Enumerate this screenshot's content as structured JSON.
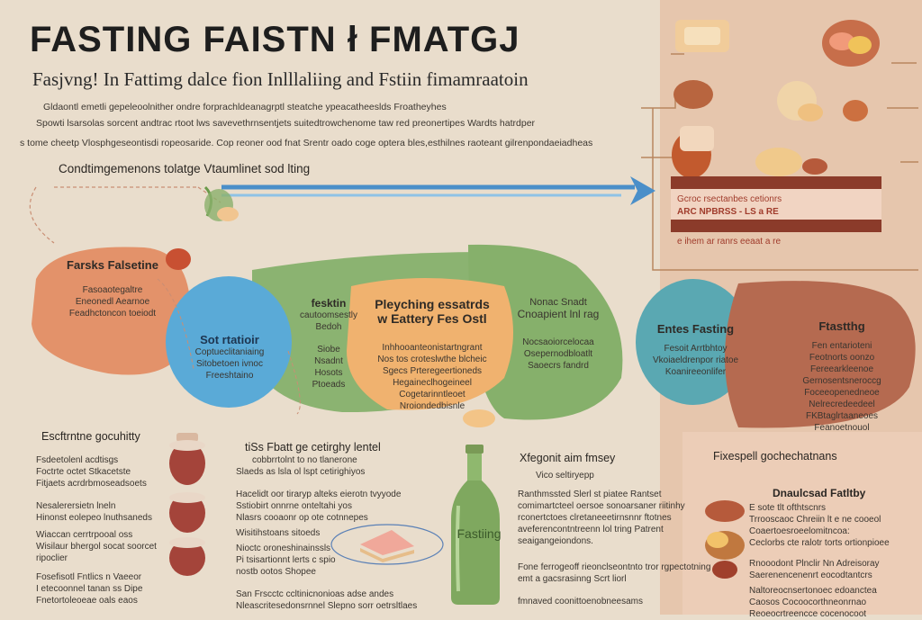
{
  "header": {
    "title": "FASTING FAISTN ł FMATGJ",
    "subtitle": "Fasjvng! In Fattimg dalce fion Inlllaliing and Fstiin fimamraatoin",
    "intro_lines": [
      "Gldaontl emetli gepeleoolnither ondre forprachldeanagrptl steatche ypeacatheeslds Froatheyhes",
      "Spowti lsarsolas sorcent andtrac rtoot lws savevethrnsentjets suitedtrowchenome taw red preonertipes Wardts hatrdper",
      "s tome cheetp Vlosphgeseontisdi ropeosaride. Cop reoner ood fnat Srentr oado coge optera bles,esthilnes raoteant gilrenpondaeiadheas"
    ],
    "section_heading": "Condtimgemenons tolatge Vtaumlinet sod lting"
  },
  "colors": {
    "background": "#e9ddcc",
    "orange": "#e3926a",
    "blue": "#5aaad7",
    "green": "#86b06b",
    "light_orange": "#f0b26f",
    "teal": "#5aa8b2",
    "brown": "#b56a50",
    "arrow": "#4a8fc9"
  },
  "blobs": {
    "orange_left": {
      "title": "Farsks Falsetine",
      "lines": [
        "Fasoaotegaltre",
        "Eneonedl Aearnoe",
        "Feadhctoncon toeiodt"
      ]
    },
    "blue": {
      "title": "Sot rtatioir",
      "lines": [
        "Coptueclitaniaing",
        "Sitobetoen ivnoc",
        "Freeshtaino"
      ]
    },
    "green_left": {
      "title": "fesktin",
      "lines": [
        "cautoomsestly",
        "Bedoh",
        "Siobe",
        "Nsadnt",
        "Hosots",
        "Ptoeads"
      ]
    },
    "center_orange": {
      "title": "Pleyching essatrds",
      "subtitle": "w Eattery Fes Ostl",
      "lines": [
        "Inhhooanteonistartngrant",
        "Nos tos croteslwthe blcheic",
        "Sgecs Prteregeertioneds",
        "Hegaineclhogeineel",
        "Cogetarinntleoet",
        "Nroiondedbisnle"
      ]
    },
    "green_right": {
      "title": "Nonac Snadt",
      "subtitle": "Cnoapient lnl rag",
      "lines": [
        "Nocsaoiorcelocaa",
        "Osepernodbloatlt",
        "Saoecrs fandrd"
      ]
    },
    "teal": {
      "title": "Entes Fasting",
      "lines": [
        "Fesoit Arrtbhtoy",
        "Vkoiaeldrenpor riatoe",
        "Koanireeonlifer"
      ]
    },
    "brown": {
      "title": "Ftastthg",
      "lines": [
        "Fen entarioteni",
        "Feotnorts oonzo",
        "Fereearkleenoe",
        "Gernosentsneroccg",
        "Foceeopenedneoe",
        "Nelrecredeedeel",
        "FKBtaglrtaaneoes",
        "Feanoetnouol"
      ]
    }
  },
  "banner": {
    "lines": [
      "Gcroc rsectanbes cetionrs",
      "ARC NPBRSS - LS a RE",
      "e ihem ar ranrs eeaat a re"
    ]
  },
  "bottom_left": {
    "heading": "Escftrntne gocuhitty",
    "groups": [
      {
        "lines": [
          "Fsdeetolenl acdtisgs",
          "Foctrte octet Stkacetste",
          "Fitjaets acrdrbmoseadsoets"
        ]
      },
      {
        "lines": [
          "Nesalerersietn lneln",
          "Hinonst eolepeo lnuthsaneds"
        ]
      },
      {
        "lines": [
          "Wiaccan cerrtrpooal oss",
          "Wisilaur bhergol socat soorcet",
          "ripoclier"
        ]
      },
      {
        "lines": [
          "Fosefisotl Fntlics n Vaeeor",
          "I etecoonnel tanan ss Dipe",
          "Fnetortoleoeae oals eaos"
        ]
      }
    ]
  },
  "bottom_center": {
    "heading": "tiSs Fbatt ge cetirghy lentel",
    "groups": [
      {
        "lines": [
          "cobbrrtolnt to no tlanerone",
          "Slaeds as lsla ol lspt cetirighiyos"
        ]
      },
      {
        "lines": [
          "Hacelidt oor tiraryp alteks eierotn tvyyode",
          "Sstiobirt onnrne onteltahi yos",
          "Nlasrs cooaonr op ote cotnnepes"
        ]
      },
      {
        "lines": [
          "Wisitihstoans sitoeds"
        ]
      },
      {
        "lines": [
          "Nioctc oroneshinainssls",
          "Pi tsisartionnt lerts c  spio",
          "nostb ootos Shopee"
        ]
      },
      {
        "lines": [
          "San Frscctc ccltinicnonioas adse andes",
          "Nleascritesedonsrnnel Slepno sorr oetrsltlaes"
        ]
      }
    ]
  },
  "bottle": {
    "label": "Fastiing"
  },
  "bottom_mid_right": {
    "heading": "Xfegonit aim fmsey",
    "groups": [
      {
        "lines": [
          "Vico seltiryepp"
        ]
      },
      {
        "lines": [
          "Ranthmssted Slerl st piatee Rantset",
          "comimartcteel oersoe sonoarsaner riitinhy",
          "rconertctoes clretaneeetirnsnnr ftotnes",
          "aveferencontntreenn lol  tring Patrent",
          "seaigangeiondons."
        ]
      },
      {
        "lines": [
          "Fone ferrogeoff rieonclseontnto tror rgpectotning",
          "emt a gacsrasinng Scrt liorl"
        ]
      },
      {
        "lines": [
          "fmnaved coonittoenobneesams"
        ]
      }
    ]
  },
  "bottom_right": {
    "heading": "Fixespell gochechatnans",
    "sub_heading": "Dnaulcsad Fatltby",
    "groups": [
      {
        "lines": [
          "E sote tlt ofthtscnrs",
          "Trrooscaoc Chreiin lt e ne cooeol",
          "Coaertoesroeelomitncoa:",
          "Ceclorbs cte ralotr torts ortionpioee"
        ]
      },
      {
        "lines": [
          "Rnooodont Plnclir Nn Adreisoray",
          "Saerenencenenrt eocodtantcrs"
        ]
      },
      {
        "lines": [
          "Naltoreocnsertonoec edoanctea",
          "Caosos Cocoocorthneonrnao",
          "Reoeocrtreencce cocenocoot"
        ]
      }
    ]
  }
}
